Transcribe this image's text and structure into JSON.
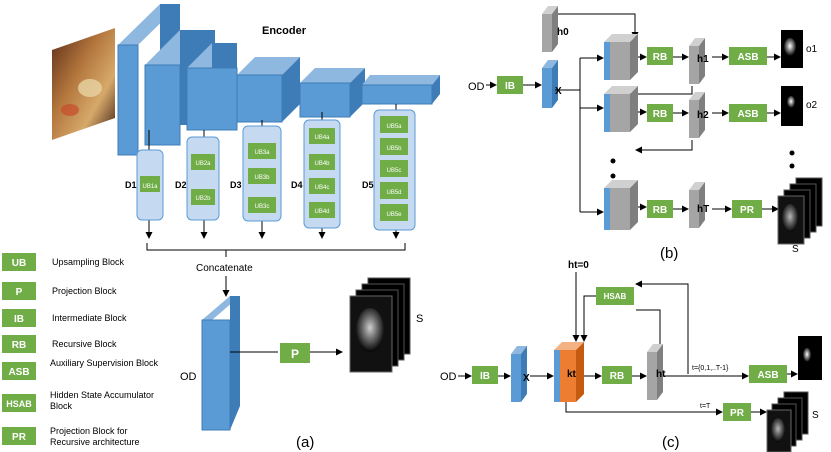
{
  "panel_a": {
    "encoder_label": "Encoder",
    "decoder_labels": [
      "D1",
      "D2",
      "D3",
      "D4",
      "D5"
    ],
    "blocks_d1": [
      "UB1a"
    ],
    "blocks_d2": [
      "UB2a",
      "UB2b"
    ],
    "blocks_d3": [
      "UB3a",
      "UB3b",
      "UB3c"
    ],
    "blocks_d4": [
      "UB4a",
      "UB4b",
      "UB4c",
      "UB4d"
    ],
    "blocks_d5": [
      "UB5a",
      "UB5b",
      "UB5c",
      "UB5d",
      "UB5e"
    ],
    "concatenate_label": "Concatenate",
    "output_label": "OD",
    "projection": "P",
    "saliency_label": "S",
    "caption": "(a)"
  },
  "legend": [
    {
      "abbr": "UB",
      "text": "Upsampling Block"
    },
    {
      "abbr": "P",
      "text": "Projection Block"
    },
    {
      "abbr": "IB",
      "text": "Intermediate Block"
    },
    {
      "abbr": "RB",
      "text": "Recursive Block"
    },
    {
      "abbr": "ASB",
      "text": "Auxiliary Supervision Block"
    },
    {
      "abbr": "HSAB",
      "text": "Hidden State Accumulator Block"
    },
    {
      "abbr": "PR",
      "text": "Projection Block for Recursive architecture"
    }
  ],
  "panel_b": {
    "input": "OD",
    "ib": "IB",
    "x": "X",
    "h0": "h0",
    "rows": [
      {
        "rb": "RB",
        "h": "h1",
        "block": "ASB",
        "out": "o1"
      },
      {
        "rb": "RB",
        "h": "h2",
        "block": "ASB",
        "out": "o2"
      },
      {
        "rb": "RB",
        "h": "hT",
        "block": "PR",
        "out": "S"
      }
    ],
    "caption": "(b)"
  },
  "panel_c": {
    "input": "OD",
    "ib": "IB",
    "x": "X",
    "ht0": "ht=0",
    "hsab": "HSAB",
    "kt": "kt",
    "rb": "RB",
    "ht": "ht",
    "t_range": "t={0,1,..T-1}",
    "t_final": "t=T",
    "asb": "ASB",
    "pr": "PR",
    "s": "S",
    "caption": "(c)"
  },
  "colors": {
    "green": "#70ad47",
    "blue": "#5b9bd5",
    "gray": "#a5a5a5",
    "orange": "#ed7d31",
    "light_blue": "#c5daf0"
  }
}
